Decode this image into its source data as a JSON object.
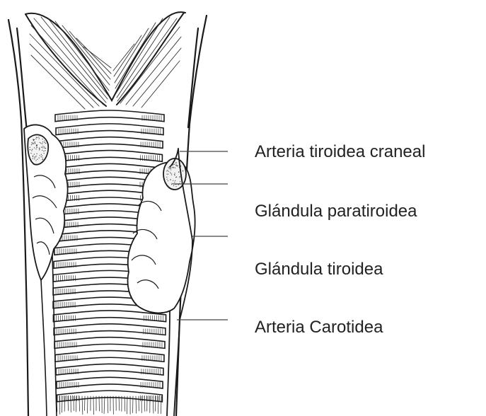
{
  "diagram": {
    "labels": [
      {
        "id": "arteria-tiroidea-craneal",
        "text": "Arteria tiroidea craneal"
      },
      {
        "id": "glandula-paratiroidea",
        "text": "Glándula paratiroidea"
      },
      {
        "id": "glandula-tiroidea",
        "text": "Glándula tiroidea"
      },
      {
        "id": "arteria-carotidea",
        "text": "Arteria Carotidea"
      }
    ],
    "colors": {
      "ink": "#1a1a1a",
      "leader": "#444444",
      "text": "#222222",
      "background": "#ffffff"
    }
  }
}
